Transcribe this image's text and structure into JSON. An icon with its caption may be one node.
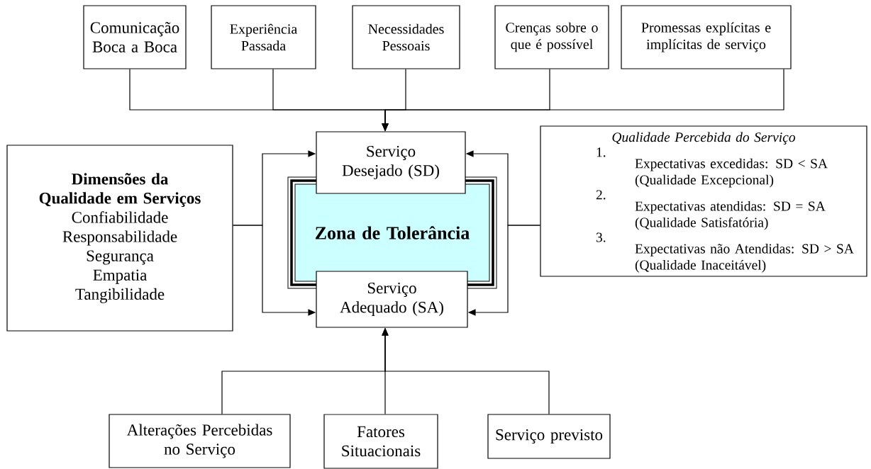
{
  "diagram": {
    "nodes": [
      {
        "text": [
          "Comunicação Boca a Boca"
        ]
      },
      {
        "text": [
          "Experiência Passada"
        ]
      },
      {
        "text": [
          "Necessidades Pessoais"
        ]
      },
      {
        "text": [
          "Crenças sobre o que é possível"
        ]
      },
      {
        "text": [
          "Promessas explícitas e implícitas de serviço"
        ]
      },
      {
        "text": [
          "Dimensões da Qualidade em Serviços",
          "Confiabilidade",
          "Responsabilidade",
          "Segurança",
          "Empatia",
          "Tangibilidade"
        ]
      },
      {
        "text": [
          "Serviço Desejado (SD)"
        ]
      },
      {
        "text": [
          "Zona de Tolerância"
        ]
      },
      {
        "text": [
          "Serviço Adequado (SA)"
        ]
      },
      {
        "text": [
          "Qualidade Percebida do Serviço",
          "1.",
          "Expectativas excedidas: SD < SA (Qualidade Excepcional)",
          "2.",
          "Expectativas atendidas: SD = SA (Qualidade Satisfatória)",
          "3.",
          "Expectativas não Atendidas: SD > SA (Qualidade Inaceitável)"
        ]
      },
      {
        "text": [
          "Alterações Percebidas no Serviço"
        ]
      },
      {
        "text": [
          "Fatores Situacionais"
        ]
      },
      {
        "text": [
          "Serviço previsto"
        ]
      }
    ],
    "edges": [
      {
        "from": 0,
        "to": 6,
        "arrow": "to"
      },
      {
        "from": 1,
        "to": 6,
        "arrow": "to"
      },
      {
        "from": 2,
        "to": 6,
        "arrow": "to"
      },
      {
        "from": 3,
        "to": 6,
        "arrow": "to"
      },
      {
        "from": 4,
        "to": 6,
        "arrow": "to"
      },
      {
        "from": 5,
        "to": 6,
        "arrow": "to"
      },
      {
        "from": 5,
        "to": 8,
        "arrow": "to"
      },
      {
        "from": 9,
        "to": 6,
        "arrow": "to"
      },
      {
        "from": 9,
        "to": 8,
        "arrow": "to"
      },
      {
        "from": 10,
        "to": 8,
        "arrow": "to"
      },
      {
        "from": 11,
        "to": 8,
        "arrow": "to"
      },
      {
        "from": 12,
        "to": 8,
        "arrow": "to"
      }
    ]
  }
}
